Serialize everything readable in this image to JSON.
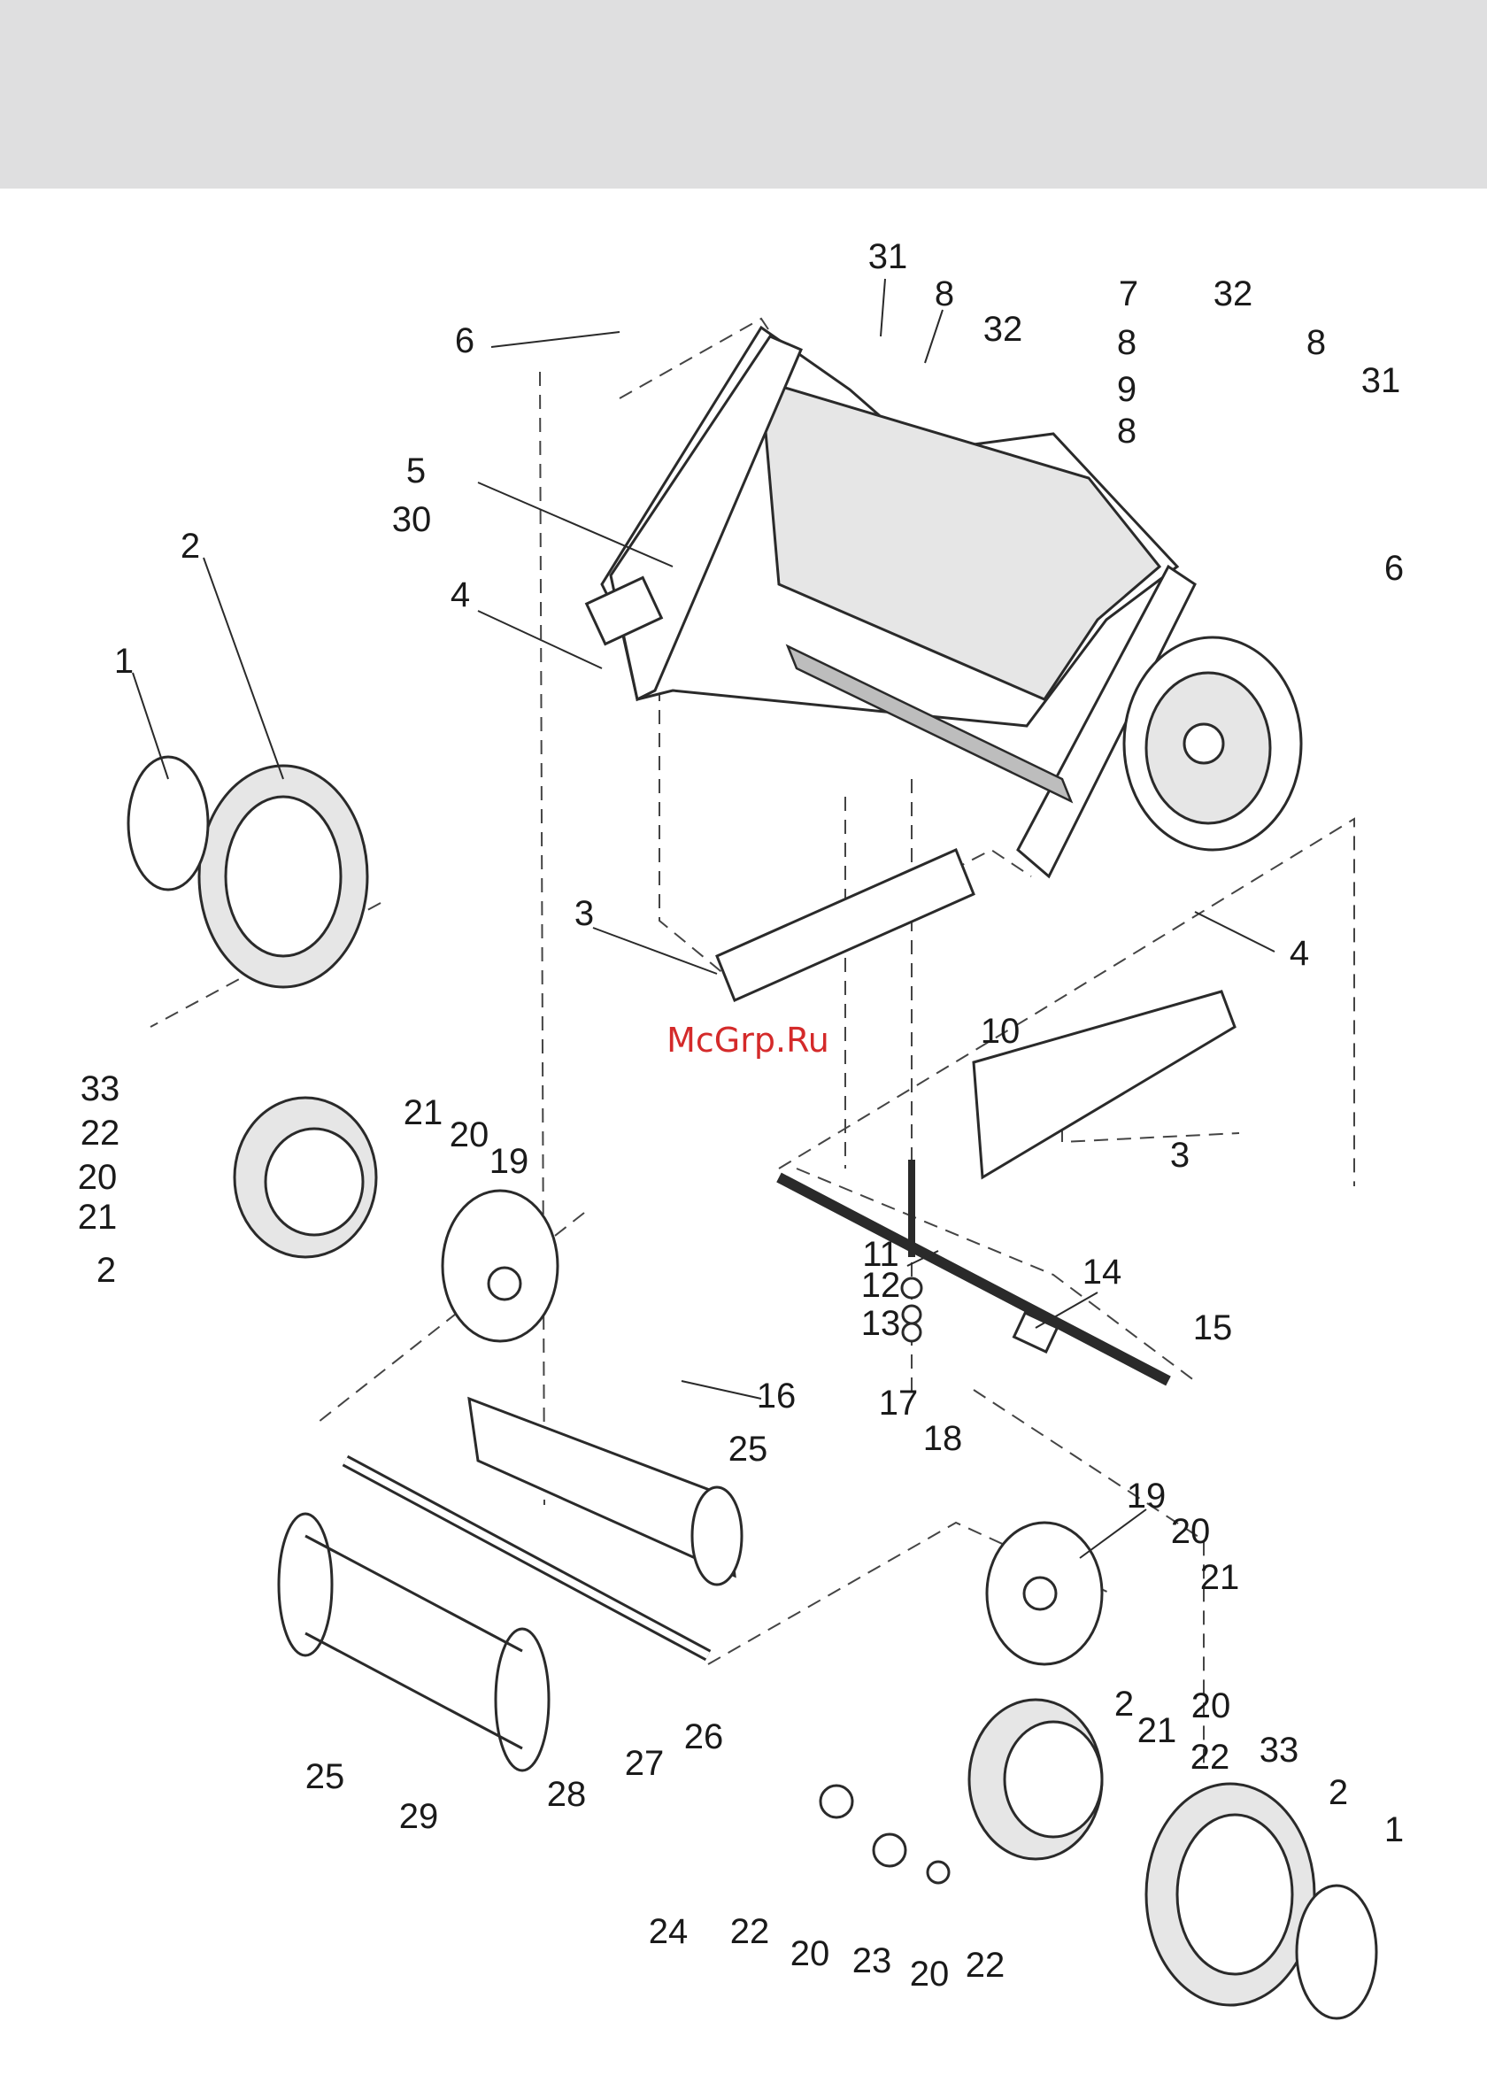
{
  "watermark": "McGrp.Ru",
  "callouts": [
    "1",
    "2",
    "3",
    "4",
    "5",
    "6",
    "7",
    "8",
    "9",
    "10",
    "11",
    "12",
    "13",
    "14",
    "15",
    "16",
    "17",
    "18",
    "19",
    "20",
    "21",
    "22",
    "23",
    "24",
    "25",
    "26",
    "27",
    "28",
    "29",
    "30",
    "31",
    "32",
    "33"
  ]
}
